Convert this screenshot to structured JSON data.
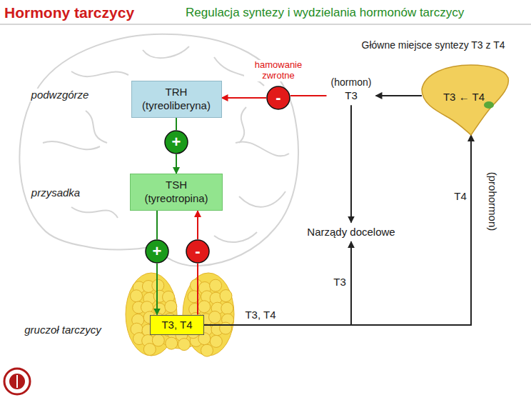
{
  "diagram": {
    "title": "Hormony tarczycy",
    "nodes": [
      {
        "text": [
          "TRH (tyreoliberyna)"
        ]
      },
      {
        "text": [
          "+"
        ]
      },
      {
        "text": [
          "TSH (tyreotropina)"
        ]
      },
      {
        "text": [
          "+"
        ]
      },
      {
        "text": [
          "-"
        ]
      },
      {
        "text": [
          "T3, T4"
        ]
      },
      {
        "text": [
          "-"
        ]
      },
      {
        "text": [
          "(hormon)",
          "T3"
        ]
      },
      {
        "text": [
          "Narządy docelowe"
        ]
      },
      {
        "text": [
          "Główne miejsce syntezy T3 z T4",
          "T3 ← T4"
        ]
      }
    ],
    "edges": [
      {
        "from": 0,
        "to": 1,
        "arrow": "none"
      },
      {
        "from": 1,
        "to": 2,
        "arrow": "to"
      },
      {
        "from": 2,
        "to": 3,
        "arrow": "none"
      },
      {
        "from": 3,
        "to": 5,
        "arrow": "to"
      },
      {
        "from": 5,
        "to": 4,
        "arrow": "none"
      },
      {
        "from": 4,
        "to": 2,
        "arrow": "to"
      },
      {
        "from": 7,
        "to": 6,
        "arrow": "none"
      },
      {
        "from": 6,
        "to": 0,
        "arrow": "to"
      },
      {
        "from": 9,
        "to": 7,
        "arrow": "to"
      },
      {
        "from": 7,
        "to": 8,
        "arrow": "to"
      },
      {
        "from": 5,
        "to": 8,
        "arrow": "to",
        "label": "T3"
      },
      {
        "from": 5,
        "to": 9,
        "arrow": "to",
        "label": "T4"
      }
    ],
    "labels": [
      "Regulacja syntezy i wydzielania hormonów tarczycy",
      "podwzgórze",
      "przysadka",
      "gruczoł tarczycy",
      "hamowanie zwrotne",
      "T3, T4",
      "(prohormon)"
    ]
  }
}
